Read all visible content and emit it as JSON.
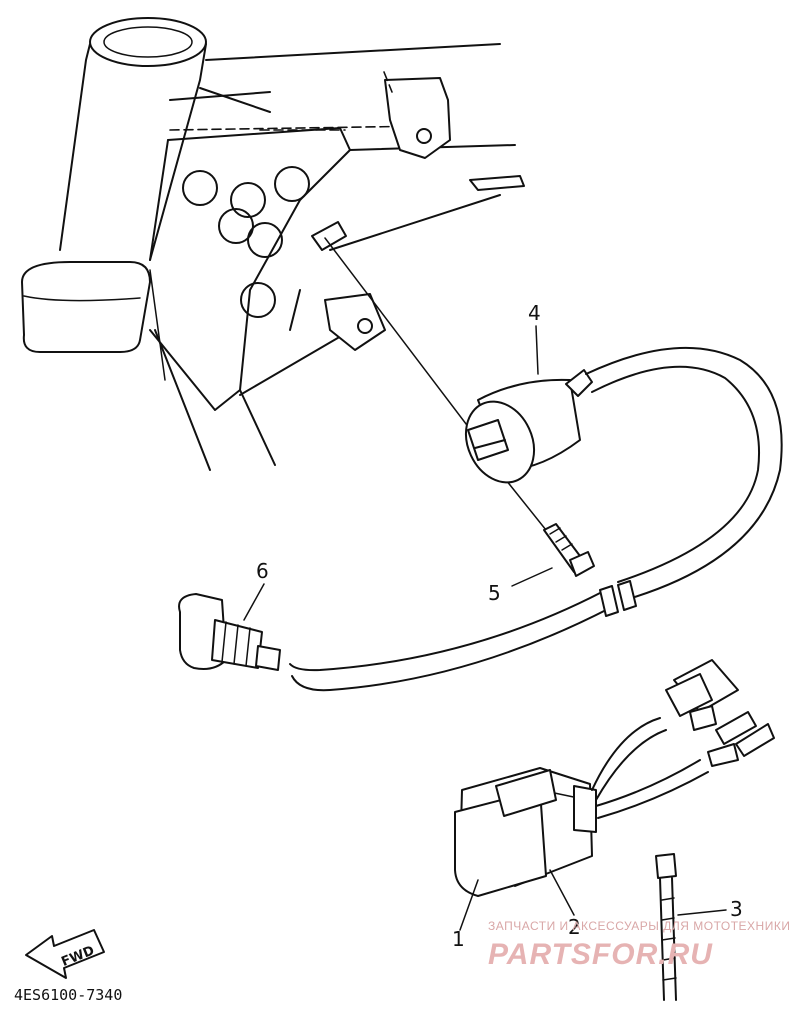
{
  "diagram": {
    "document_code": "4ES6100-7340",
    "direction_label": "FWD",
    "callouts": [
      "1",
      "2",
      "3",
      "4",
      "5",
      "6"
    ],
    "watermark": {
      "tagline": "ЗАПЧАСТИ И АКСЕССУАРЫ ДЛЯ МОТОТЕХНИКИ",
      "brand": "PARTSFOR.RU"
    }
  }
}
